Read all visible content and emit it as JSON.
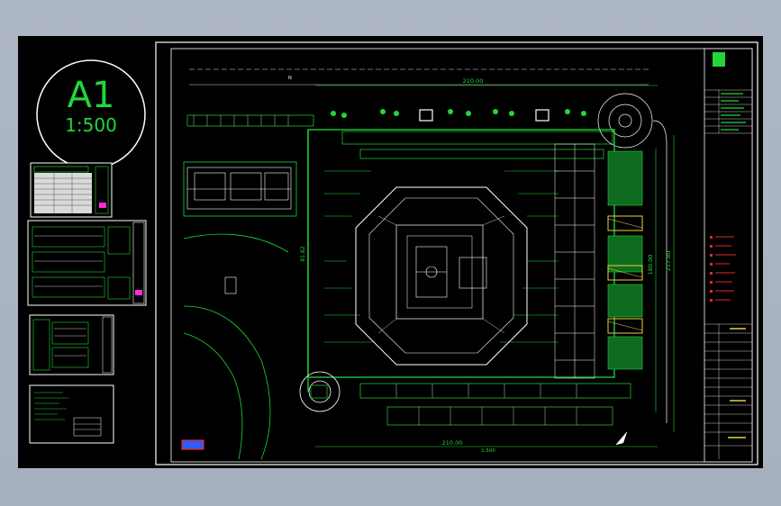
{
  "viewport": {
    "background": "#a7b0bf",
    "canvas_color": "#000000"
  },
  "colors": {
    "line_green": "#22d63a",
    "line_white": "#ffffff",
    "accent_yellow": "#e9d33b",
    "accent_red": "#e8262b",
    "accent_blue": "#2f5cff",
    "accent_magenta": "#ff2bd6"
  },
  "stamp": {
    "size": "A1",
    "scale": "1:500"
  },
  "drawing": {
    "north_marker": "N",
    "dim_top": "210.00",
    "dim_bottom": "210.00",
    "dim_bottom_scale": "1:500",
    "dim_right_outer": "217.80",
    "dim_right_inner": "180.00",
    "dim_left": "81.82"
  }
}
